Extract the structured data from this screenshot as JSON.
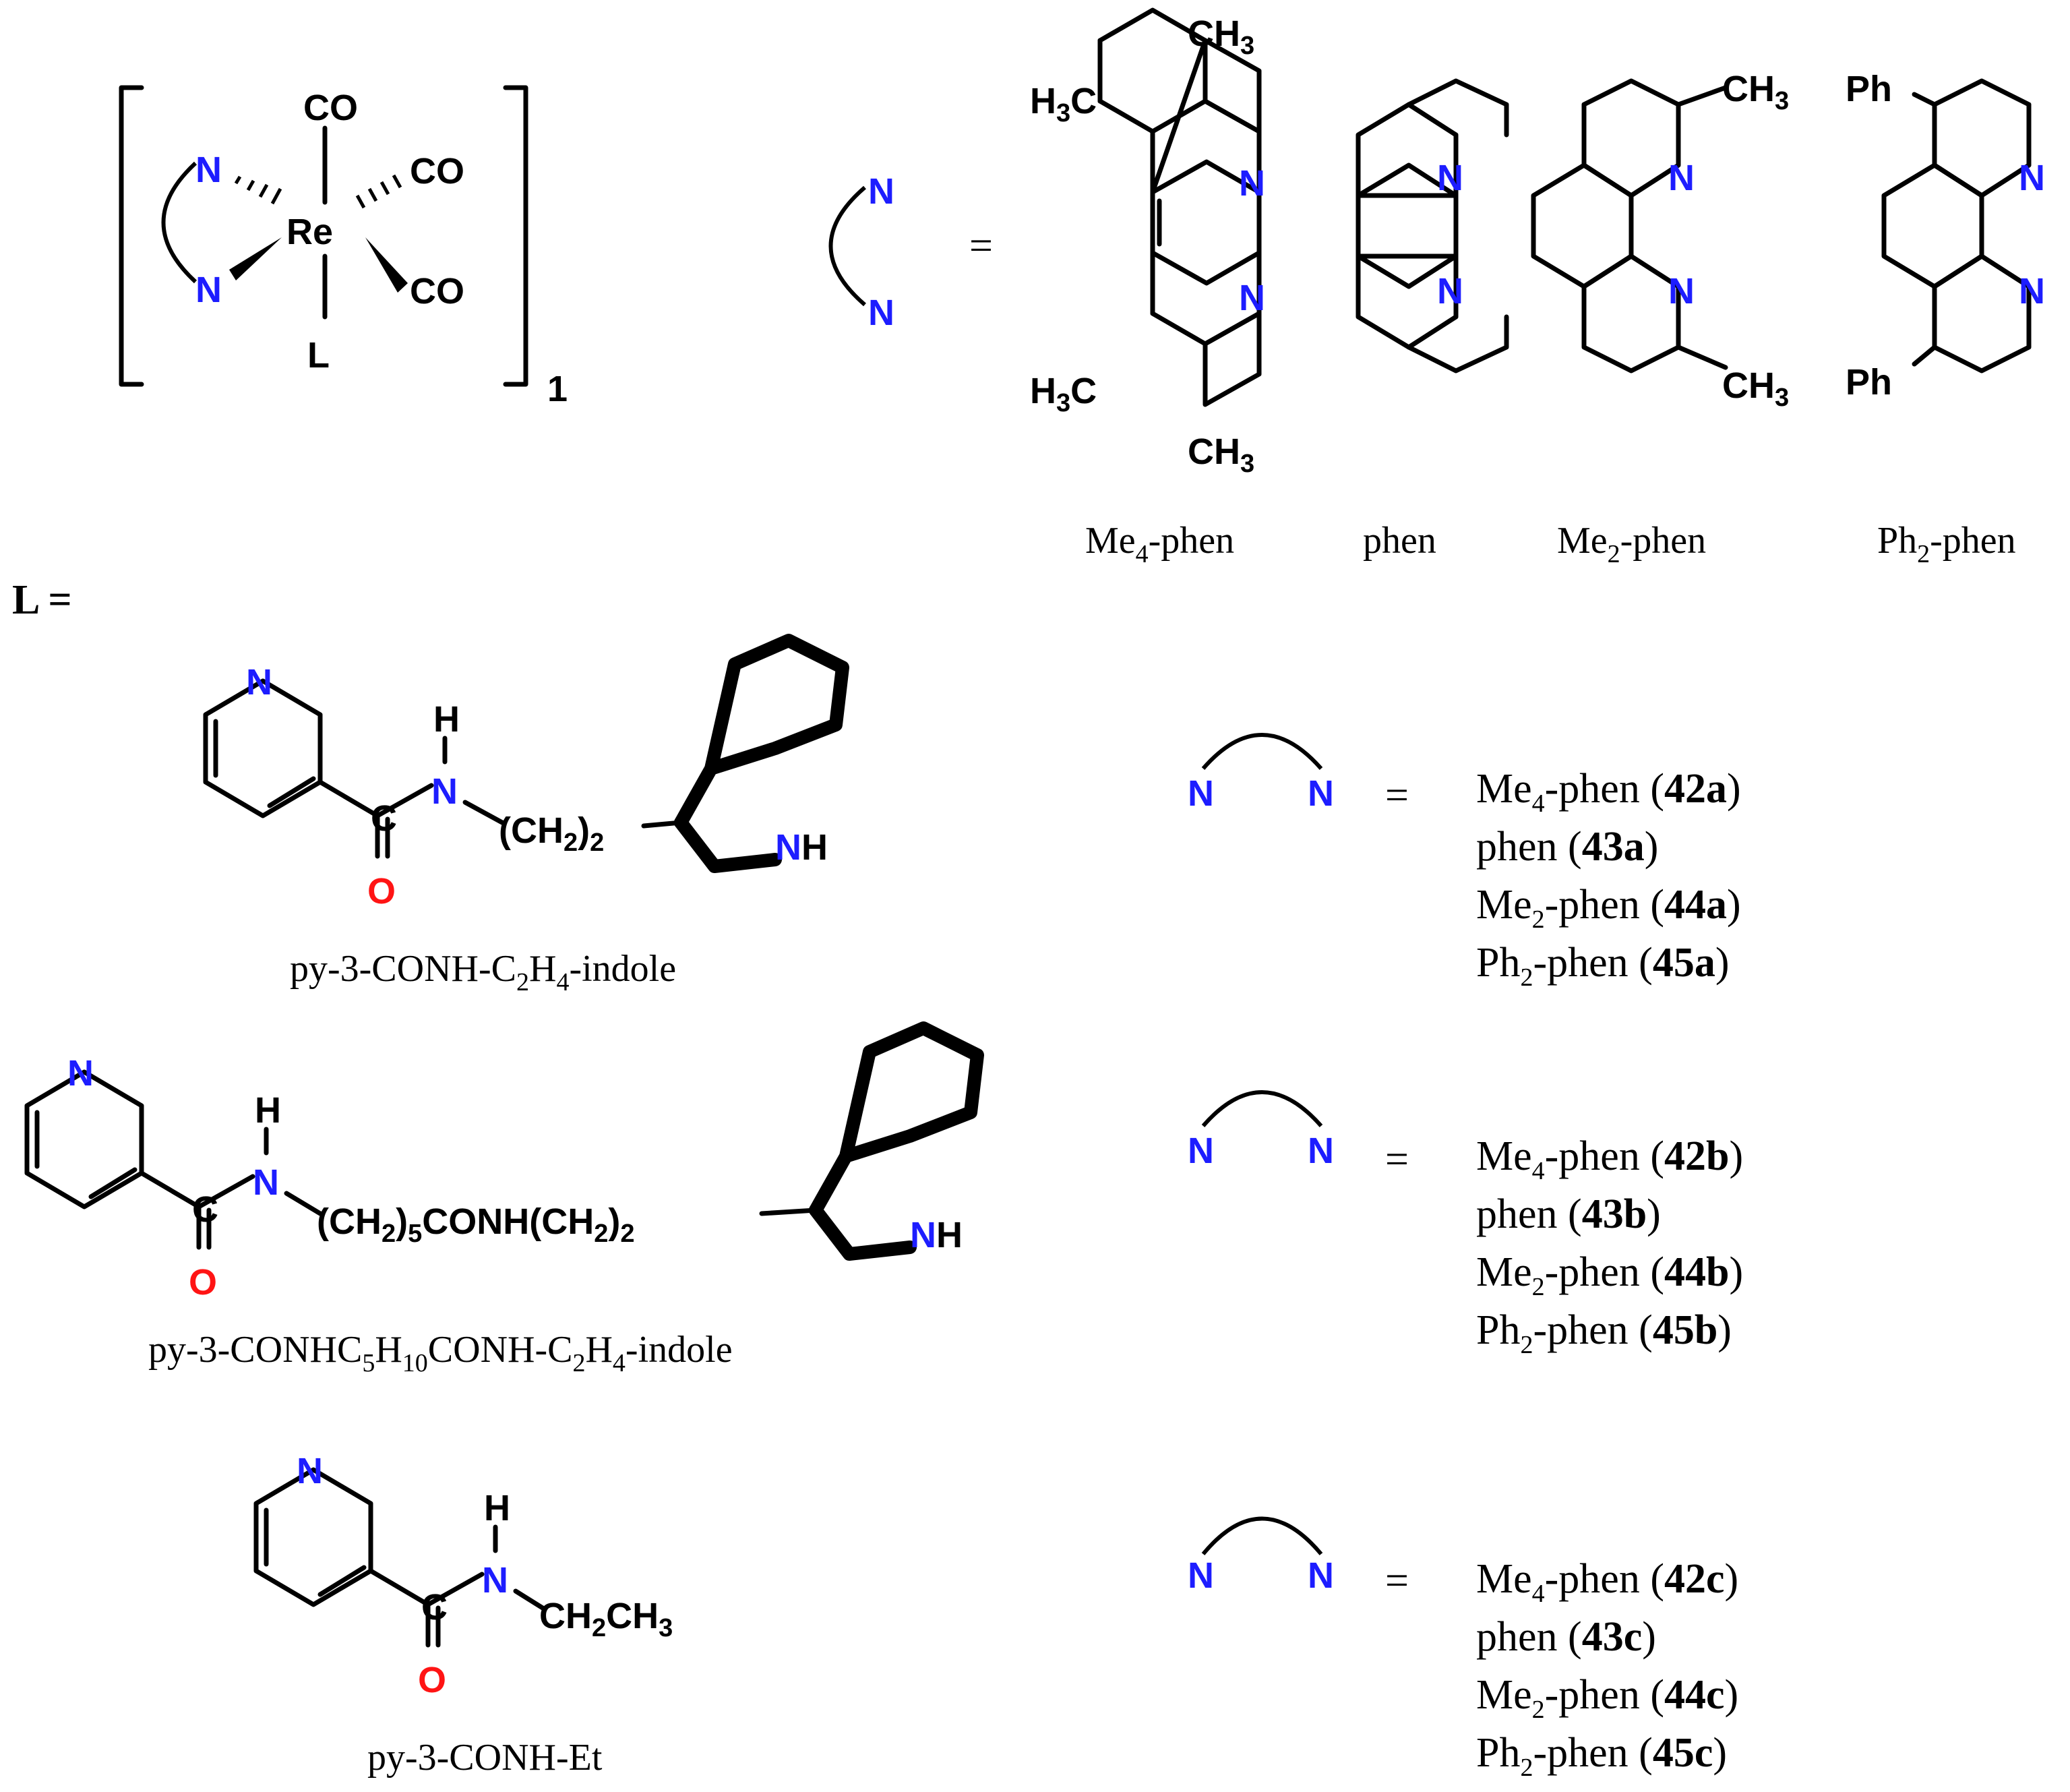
{
  "complex": {
    "co": "CO",
    "re": "Re",
    "ligand_symbol": "L",
    "nitrogen": "N",
    "charge_subscript": "1"
  },
  "equals": "=",
  "l_equals": "L =",
  "phen_structures": {
    "h3c": "H3C",
    "ch3": "CH3",
    "ph": "Ph",
    "nitrogen": "N"
  },
  "phen_names": {
    "me4": {
      "pre": "Me",
      "sub": "4",
      "post": "-phen"
    },
    "phen": {
      "pre": "phen"
    },
    "me2": {
      "pre": "Me",
      "sub": "2",
      "post": "-phen"
    },
    "ph2": {
      "pre": "Ph",
      "sub": "2",
      "post": "-phen"
    }
  },
  "ligand_atoms": {
    "n": "N",
    "h": "H",
    "c": "C",
    "o": "O",
    "nh": "NH",
    "chain_a": "(CH2)2",
    "chain_b": "(CH2)5CONH(CH2)2",
    "ethyl": "CH2CH3"
  },
  "ligand_names": {
    "a": "py-3-CONH-C2H4-indole",
    "b": "py-3-CONHC5H10CONH-C2H4-indole",
    "c": "py-3-CONH-Et"
  },
  "compound_lists": {
    "a": [
      {
        "name_pre": "Me",
        "name_sub": "4",
        "name_post": "-phen",
        "open": " (",
        "id": "42a",
        "close": ")"
      },
      {
        "name_pre": "phen",
        "name_sub": "",
        "name_post": "",
        "open": " (",
        "id": "43a",
        "close": ")"
      },
      {
        "name_pre": "Me",
        "name_sub": "2",
        "name_post": "-phen",
        "open": " (",
        "id": "44a",
        "close": ")"
      },
      {
        "name_pre": "Ph",
        "name_sub": "2",
        "name_post": "-phen",
        "open": " (",
        "id": "45a",
        "close": ")"
      }
    ],
    "b": [
      {
        "name_pre": "Me",
        "name_sub": "4",
        "name_post": "-phen",
        "open": " (",
        "id": "42b",
        "close": ")"
      },
      {
        "name_pre": "phen",
        "name_sub": "",
        "name_post": "",
        "open": " (",
        "id": "43b",
        "close": ")"
      },
      {
        "name_pre": "Me",
        "name_sub": "2",
        "name_post": "-phen",
        "open": " (",
        "id": "44b",
        "close": ")"
      },
      {
        "name_pre": "Ph",
        "name_sub": "2",
        "name_post": "-phen",
        "open": " (",
        "id": "45b",
        "close": ")"
      }
    ],
    "c": [
      {
        "name_pre": "Me",
        "name_sub": "4",
        "name_post": "-phen",
        "open": " (",
        "id": "42c",
        "close": ")"
      },
      {
        "name_pre": "phen",
        "name_sub": "",
        "name_post": "",
        "open": " (",
        "id": "43c",
        "close": ")"
      },
      {
        "name_pre": "Me",
        "name_sub": "2",
        "name_post": "-phen",
        "open": " (",
        "id": "44c",
        "close": ")"
      },
      {
        "name_pre": "Ph",
        "name_sub": "2",
        "name_post": "-phen",
        "open": " (",
        "id": "45c",
        "close": ")"
      }
    ]
  },
  "colors": {
    "nitrogen": "#1d1dff",
    "oxygen": "#ff1414",
    "carbon": "#000000"
  }
}
